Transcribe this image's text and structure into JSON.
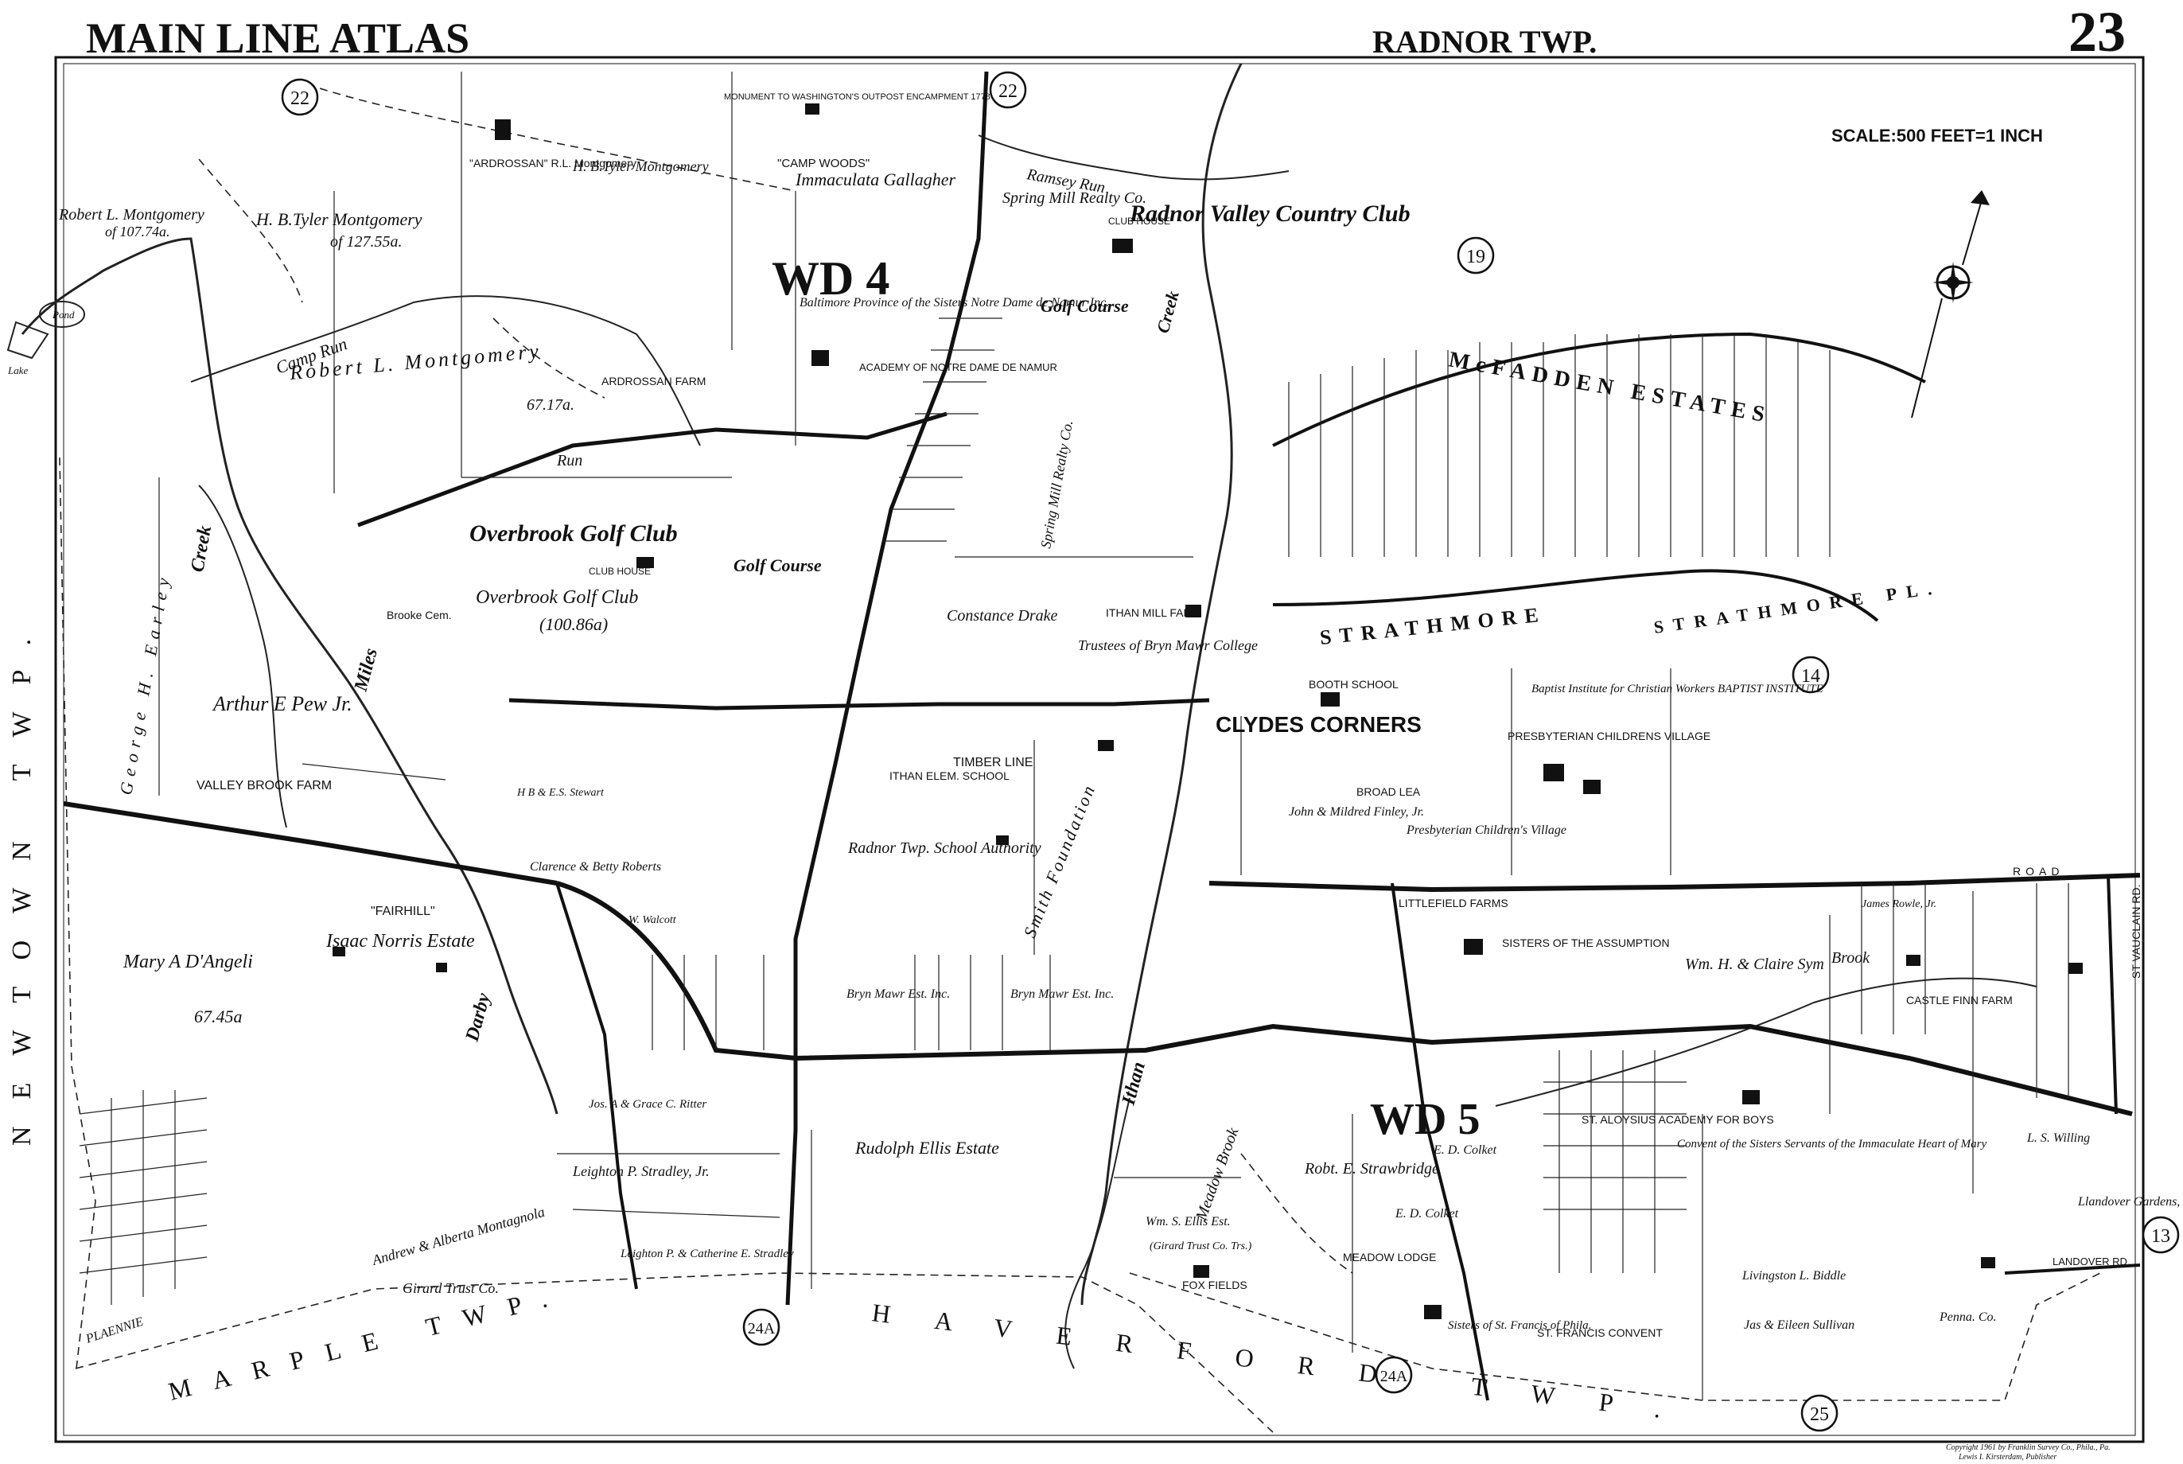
{
  "header": {
    "atlas_title": "MAIN LINE ATLAS",
    "township": "RADNOR TWP.",
    "plate_number": "23"
  },
  "scale": "SCALE:500 FEET=1 INCH",
  "north_arrow_icon": "compass-rose-icon",
  "adjacent_plates": [
    "22",
    "22",
    "19",
    "14",
    "13",
    "24A",
    "24A",
    "25"
  ],
  "ward_labels": [
    "WD 4",
    "WD 5"
  ],
  "township_borders": {
    "west": "NEWTOWN TWP.",
    "southwest": "MARPLE TWP.",
    "south": "HAVERFORD TWP."
  },
  "places": [
    {
      "id": "country-club",
      "text": "Radnor Valley Country Club"
    },
    {
      "id": "golf-course-1",
      "text": "Golf Course"
    },
    {
      "id": "overbrook",
      "text": "Overbrook Golf Club"
    },
    {
      "id": "golf-course-2",
      "text": "Golf Course"
    },
    {
      "id": "overbrook-2",
      "text": "Overbrook Golf Club"
    },
    {
      "id": "overbrook-acres",
      "text": "(100.86a)"
    },
    {
      "id": "clydes",
      "text": "CLYDES CORNERS"
    },
    {
      "id": "mcfadden",
      "text": "McFADDEN ESTATES"
    },
    {
      "id": "strathmore",
      "text": "STRATHMORE"
    },
    {
      "id": "rudolph",
      "text": "Rudolph Ellis Estate"
    },
    {
      "id": "isaac",
      "text": "Isaac Norris Estate"
    },
    {
      "id": "fairhill",
      "text": "\"FAIRHILL\""
    },
    {
      "id": "arthur",
      "text": "Arthur E Pew Jr."
    },
    {
      "id": "valleybrook",
      "text": "VALLEY BROOK FARM"
    },
    {
      "id": "mary",
      "text": "Mary A D'Angeli"
    },
    {
      "id": "mary-acres",
      "text": "67.45a"
    },
    {
      "id": "tyler",
      "text": "H. B.Tyler Montgomery"
    },
    {
      "id": "tyler-acres",
      "text": "of 127.55a."
    },
    {
      "id": "robert",
      "text": "Robert L. Montgomery"
    },
    {
      "id": "robert-acres",
      "text": "67.17a."
    },
    {
      "id": "robert-nw",
      "text": "Robert L. Montgomery"
    },
    {
      "id": "robert-nw-acres",
      "text": "of 107.74a."
    },
    {
      "id": "ardrossan",
      "text": "ARDROSSAN FARM"
    },
    {
      "id": "ardrossan-rl",
      "text": "\"ARDROSSAN\" R.L. Montgomery"
    },
    {
      "id": "tyler-2",
      "text": "H. B.Tyler Montgomery"
    },
    {
      "id": "immaculata",
      "text": "Immaculata Gallagher"
    },
    {
      "id": "campwoods",
      "text": "\"CAMP WOODS\""
    },
    {
      "id": "monument",
      "text": "MONUMENT TO WASHINGTON'S OUTPOST ENCAMPMENT 1778"
    },
    {
      "id": "springmill",
      "text": "Spring Mill Realty Co."
    },
    {
      "id": "springmill-2",
      "text": "Spring Mill Realty Co."
    },
    {
      "id": "baltimore",
      "text": "Baltimore Province of the Sisters Notre Dame de Namur Inc."
    },
    {
      "id": "academy",
      "text": "ACADEMY OF NOTRE DAME DE NAMUR"
    },
    {
      "id": "constance",
      "text": "Constance Drake"
    },
    {
      "id": "ithanmill",
      "text": "ITHAN MILL FARM"
    },
    {
      "id": "brynmawr",
      "text": "Trustees of Bryn Mawr College"
    },
    {
      "id": "timber",
      "text": "TIMBER LINE"
    },
    {
      "id": "ithanelem",
      "text": "ITHAN ELEM. SCHOOL"
    },
    {
      "id": "radnorschool",
      "text": "Radnor Twp. School Authority"
    },
    {
      "id": "smith",
      "text": "Smith Foundation"
    },
    {
      "id": "booth",
      "text": "BOOTH SCHOOL"
    },
    {
      "id": "baptist",
      "text": "Baptist Institute for Christian Workers BAPTIST INSTITUTE"
    },
    {
      "id": "presbyterian",
      "text": "PRESBYTERIAN CHILDRENS VILLAGE"
    },
    {
      "id": "presbyterian-2",
      "text": "Presbyterian Children's Village"
    },
    {
      "id": "broadlea",
      "text": "BROAD LEA"
    },
    {
      "id": "finley",
      "text": "John & Mildred Finley, Jr."
    },
    {
      "id": "littlefield",
      "text": "LITTLEFIELD FARMS"
    },
    {
      "id": "sisters",
      "text": "SISTERS OF THE ASSUMPTION"
    },
    {
      "id": "wmclaire",
      "text": "Wm. H. & Claire Sym"
    },
    {
      "id": "jamesrowle",
      "text": "James Rowle, Jr."
    },
    {
      "id": "castlefinn",
      "text": "CASTLE FINN FARM"
    },
    {
      "id": "staloysius",
      "text": "ST. ALOYSIUS ACADEMY FOR BOYS"
    },
    {
      "id": "convent",
      "text": "Convent of the Sisters Servants of the Immaculate Heart of Mary"
    },
    {
      "id": "strawbridge",
      "text": "Robt. E. Strawbridge"
    },
    {
      "id": "colket",
      "text": "E. D. Colket"
    },
    {
      "id": "colket-2",
      "text": "E. D. Colket"
    },
    {
      "id": "meadow",
      "text": "MEADOW LODGE"
    },
    {
      "id": "stfrancis",
      "text": "ST. FRANCIS CONVENT"
    },
    {
      "id": "sistersstf",
      "text": "Sisters of St. Francis of Phila."
    },
    {
      "id": "sullivan",
      "text": "Jas & Eileen Sullivan"
    },
    {
      "id": "livingston",
      "text": "Livingston L. Biddle"
    },
    {
      "id": "willing",
      "text": "L. S. Willing"
    },
    {
      "id": "llandover",
      "text": "Llandover Gardens, Inc."
    },
    {
      "id": "pennco",
      "text": "Penna. Co."
    },
    {
      "id": "wmellis",
      "text": "Wm. S. Ellis Est."
    },
    {
      "id": "girard-trust",
      "text": "(Girard Trust Co. Trs.)"
    },
    {
      "id": "foxfields",
      "text": "FOX FIELDS"
    },
    {
      "id": "girard",
      "text": "Girard Trust Co."
    },
    {
      "id": "montagnola",
      "text": "Andrew & Alberta Montagnola"
    },
    {
      "id": "leighton",
      "text": "Leighton P. Stradley, Jr."
    },
    {
      "id": "leighton-2",
      "text": "Leighton P. & Catherine E. Stradley"
    },
    {
      "id": "ritter",
      "text": "Jos. A & Grace C. Ritter"
    },
    {
      "id": "brynmawrest",
      "text": "Bryn Mawr Est. Inc."
    },
    {
      "id": "brynmawrest-2",
      "text": "Bryn Mawr Est. Inc."
    },
    {
      "id": "clarence",
      "text": "Clarence & Betty Roberts"
    },
    {
      "id": "hbstewart",
      "text": "H B & E.S. Stewart"
    },
    {
      "id": "walcott",
      "text": "W. Walcott"
    },
    {
      "id": "earley",
      "text": "George H. Earley"
    },
    {
      "id": "brooke",
      "text": "Brooke Cem."
    },
    {
      "id": "clubhouse1",
      "text": "CLUB HOUSE"
    },
    {
      "id": "clubhouse2",
      "text": "CLUB HOUSE"
    },
    {
      "id": "plaenie",
      "text": "PLAENNIE"
    }
  ],
  "streams": [
    {
      "id": "camp-run",
      "text": "Camp Run"
    },
    {
      "id": "run-2",
      "text": "Run"
    },
    {
      "id": "ramsey",
      "text": "Ramsey Run"
    },
    {
      "id": "darby",
      "text": "Darby"
    },
    {
      "id": "darby-creek",
      "text": "Creek"
    },
    {
      "id": "miles",
      "text": "Miles"
    },
    {
      "id": "ithan",
      "text": "Ithan"
    },
    {
      "id": "ithan-creek",
      "text": "Creek"
    },
    {
      "id": "meadow-brook",
      "text": "Meadow Brook"
    },
    {
      "id": "brook",
      "text": "Brook"
    },
    {
      "id": "pond",
      "text": "Pond"
    },
    {
      "id": "lake",
      "text": "Lake"
    }
  ],
  "roads": [
    {
      "id": "strathmore-rd",
      "text": "STRATHMORE PL."
    },
    {
      "id": "vaclain",
      "text": "ST VAUCLAIN RD."
    },
    {
      "id": "landover",
      "text": "LANDOVER RD."
    },
    {
      "id": "road-east",
      "text": "ROAD"
    }
  ],
  "copyright": [
    "Copyright 1961 by Franklin Survey Co., Phila., Pa.",
    "Lewis I. Kirsterdam, Publisher"
  ]
}
